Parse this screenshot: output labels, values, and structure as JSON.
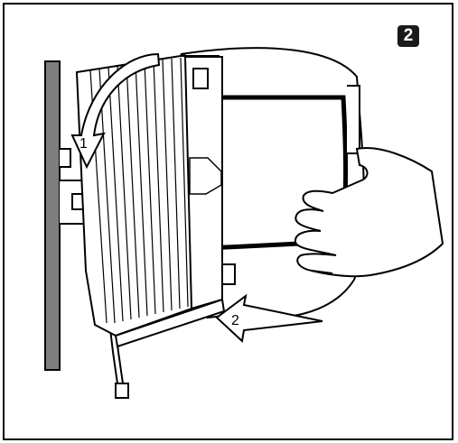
{
  "step": {
    "number": "2"
  },
  "callouts": {
    "tilt": "1",
    "push": "2"
  },
  "colors": {
    "wall": "#7f7f7f",
    "line": "#000000",
    "background": "#ffffff",
    "badge": "#1a1a1a"
  },
  "icons": [
    "wall-plate",
    "din-rail-clip",
    "device-housing",
    "heat-sink-fins",
    "hand",
    "curved-arrow",
    "push-arrow"
  ]
}
